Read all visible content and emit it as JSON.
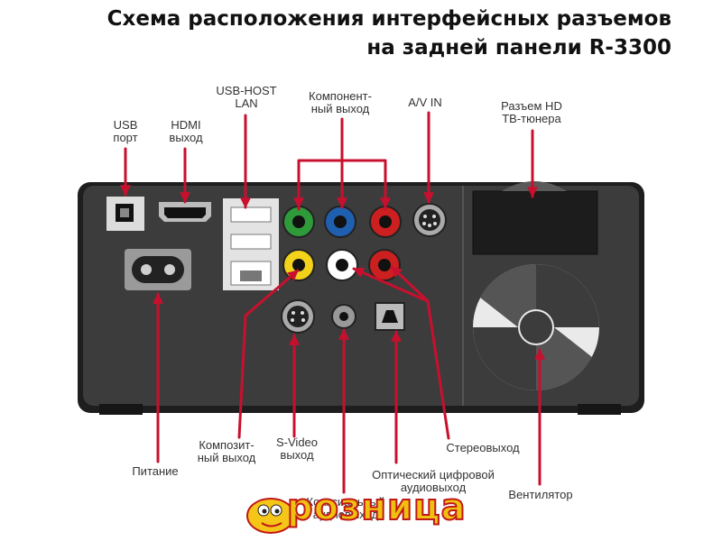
{
  "title": {
    "line1": "Схема расположения интерфейсных разъемов",
    "line2": "на задней панели R-3300"
  },
  "labels": {
    "usb": [
      "USB",
      "порт"
    ],
    "hdmi": [
      "HDMI",
      "выход"
    ],
    "usb_host_lan": [
      "USB-HOST",
      "LAN"
    ],
    "component": [
      "Компонент-",
      "ный выход"
    ],
    "av_in": [
      "A/V IN"
    ],
    "hd_tuner": [
      "Разъем HD",
      "ТВ-тюнера"
    ],
    "power": [
      "Питание"
    ],
    "composite": [
      "Композит-",
      "ный выход"
    ],
    "svideo": [
      "S-Video",
      "выход"
    ],
    "stereo": [
      "Стереовыход"
    ],
    "optical": [
      "Оптический цифровой",
      "аудиовыход"
    ],
    "coaxial": [
      "Коаксиальный",
      "аудиовыход"
    ],
    "fan": [
      "Вентилятор"
    ]
  },
  "logo": {
    "text": "розница"
  },
  "colors": {
    "arrow": "#c8102e",
    "panel": "#3c3c3c",
    "rca_green": "#2e9a3a",
    "rca_blue": "#1f5fb0",
    "rca_red": "#cc1f1f",
    "rca_yellow": "#f2d21a",
    "rca_white": "#ffffff"
  }
}
